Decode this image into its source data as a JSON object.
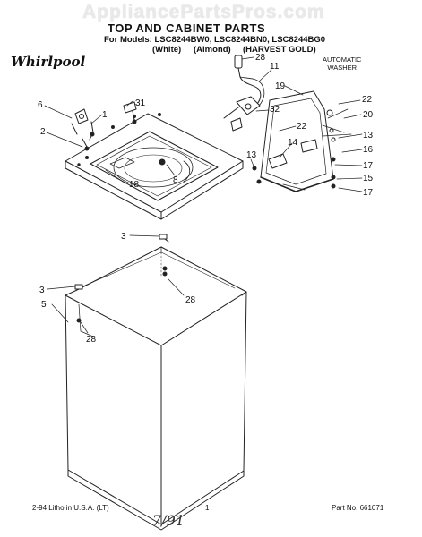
{
  "watermark": "AppliancePartsPros.com",
  "title": "TOP AND CABINET PARTS",
  "models_line": "For Models: LSC8244BW0, LSC8244BN0, LSC8244BG0",
  "colors": [
    "(White)",
    "(Almond)",
    "(HARVEST GOLD)"
  ],
  "brand": "Whirlpool",
  "product_lines": [
    "AUTOMATIC",
    "WASHER"
  ],
  "footer": {
    "litho": "2-94 Litho in U.S.A. (LT)",
    "page": "1",
    "part_no": "Part No. 661071"
  },
  "handwritten": "7/91",
  "callouts": [
    {
      "id": "c28a",
      "text": "28"
    },
    {
      "id": "c11",
      "text": "11"
    },
    {
      "id": "c19",
      "text": "19"
    },
    {
      "id": "c22a",
      "text": "22"
    },
    {
      "id": "c20",
      "text": "20"
    },
    {
      "id": "c31",
      "text": "31"
    },
    {
      "id": "c6",
      "text": "6"
    },
    {
      "id": "c1",
      "text": "1"
    },
    {
      "id": "c32",
      "text": "32"
    },
    {
      "id": "c22b",
      "text": "22"
    },
    {
      "id": "c13a",
      "text": "13"
    },
    {
      "id": "c16",
      "text": "16"
    },
    {
      "id": "c2",
      "text": "2"
    },
    {
      "id": "c14",
      "text": "14"
    },
    {
      "id": "c13b",
      "text": "13"
    },
    {
      "id": "c17a",
      "text": "17"
    },
    {
      "id": "c8",
      "text": "8"
    },
    {
      "id": "c18",
      "text": "18"
    },
    {
      "id": "c15",
      "text": "15"
    },
    {
      "id": "c17b",
      "text": "17"
    },
    {
      "id": "c3a",
      "text": "3"
    },
    {
      "id": "c28b",
      "text": "28"
    },
    {
      "id": "c3b",
      "text": "3"
    },
    {
      "id": "c5",
      "text": "5"
    },
    {
      "id": "c28c",
      "text": "28"
    }
  ]
}
